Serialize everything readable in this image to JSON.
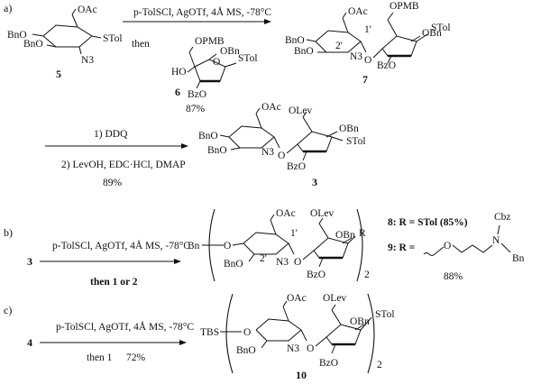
{
  "colors": {
    "ink": "#111111",
    "background": "#ffffff"
  },
  "panels": {
    "a": {
      "label": "a)",
      "step1": {
        "reagents": "p-TolSCl, AgOTf, 4Å MS, -78°C",
        "then": "then",
        "acceptor_id": "6",
        "yield": "87%"
      },
      "step2": {
        "reagents_1": "1) DDQ",
        "reagents_2": "2) LevOH, EDC·HCl, DMAP",
        "yield": "89%"
      },
      "compounds": {
        "donor": {
          "id": "5",
          "groups": {
            "oac": "OAc",
            "bno_top": "BnO",
            "bno_bottom": "BnO",
            "n3": "N3",
            "stol": "STol"
          }
        },
        "acceptor": {
          "groups": {
            "opmb": "OPMB",
            "obn": "OBn",
            "stol": "STol",
            "ho": "HO",
            "bzo": "BzO"
          }
        },
        "product_7": {
          "id": "7",
          "groups": {
            "oac": "OAc",
            "opmb": "OPMB",
            "bno_top": "BnO",
            "bno_bottom": "BnO",
            "n3": "N3",
            "obn": "OBn",
            "stol": "STol",
            "bzo": "BzO",
            "o": "O",
            "one_prime": "1'",
            "two_prime": "2'"
          }
        },
        "product_3": {
          "id": "3",
          "groups": {
            "oac": "OAc",
            "olev": "OLev",
            "bno_top": "BnO",
            "bno_bottom": "BnO",
            "n3": "N3",
            "obn": "OBn",
            "stol": "STol",
            "bzo": "BzO",
            "o": "O"
          }
        }
      }
    },
    "b": {
      "label": "b)",
      "start_id": "3",
      "reagents": "p-TolSCl, AgOTf, 4Å MS, -78°C",
      "then": "then 1 or 2",
      "product": {
        "groups": {
          "bn": "Bn",
          "oac": "OAc",
          "olev": "OLev",
          "bno": "BnO",
          "n3": "N3",
          "obn": "OBn",
          "r": "R",
          "bzo": "BzO",
          "o": "O",
          "one_prime": "1'",
          "two_prime": "2'",
          "subscript": "2"
        }
      },
      "legend": {
        "line_8": "8: R = STol (85%)",
        "line_9": "9: R =",
        "cbz": "Cbz",
        "n": "N",
        "bn": "Bn",
        "o": "O",
        "yield_9": "88%"
      }
    },
    "c": {
      "label": "c)",
      "start_id": "4",
      "reagents": "p-TolSCl, AgOTf, 4Å MS, -78°C",
      "then": "then 1",
      "yield": "72%",
      "product": {
        "id": "10",
        "groups": {
          "tbs": "TBS",
          "oac": "OAc",
          "olev": "OLev",
          "bno": "BnO",
          "n3": "N3",
          "obn": "OBn",
          "stol": "STol",
          "bzo": "BzO",
          "o": "O",
          "subscript": "2"
        }
      }
    }
  }
}
